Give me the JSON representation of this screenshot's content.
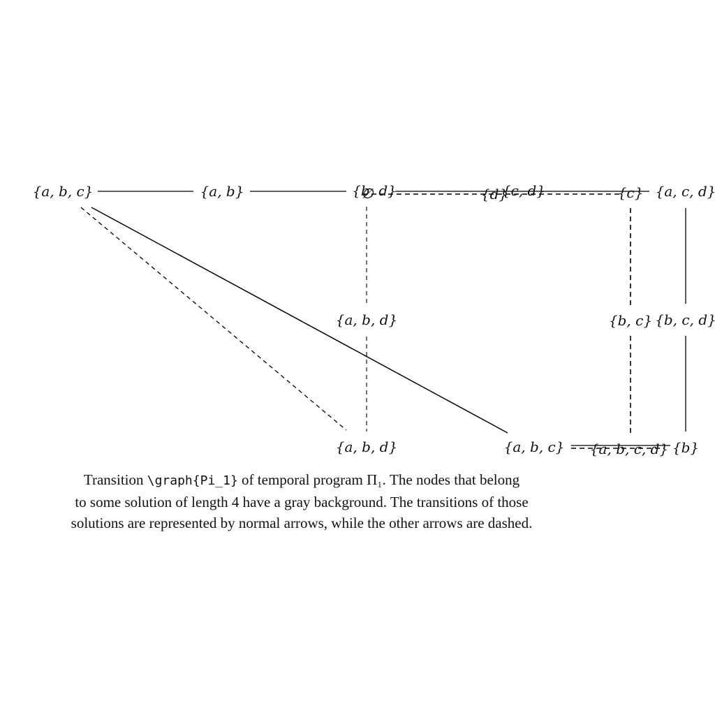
{
  "diagram": {
    "nodes": {
      "abc_top": "{a, b, c}",
      "ab": "{a, b}",
      "bd": "{b, d}",
      "empty": "∅",
      "d_top": "{d}",
      "cd": "{c, d}",
      "c": "{c}",
      "acd": "{a, c, d}",
      "abd_mid": "{a, b, d}",
      "bc": "{b, c}",
      "bcd": "{b, c, d}",
      "abd_bottom": "{a, b, d}",
      "abc_bottom": "{a, b, c}",
      "abcd": "{a, b, c, d}",
      "b": "{b}"
    },
    "edges": [
      {
        "from": "abc_top",
        "to": "ab",
        "style": "solid"
      },
      {
        "from": "ab",
        "to": "bd",
        "style": "solid"
      },
      {
        "from": "bd",
        "to": "acd",
        "style": "solid"
      },
      {
        "from": "acd",
        "to": "bcd",
        "style": "solid"
      },
      {
        "from": "bcd",
        "to": "b",
        "style": "solid"
      },
      {
        "from": "b",
        "to": "abcd",
        "style": "solid"
      },
      {
        "from": "abc_top",
        "to": "abc_bottom",
        "style": "solid"
      },
      {
        "from": "empty",
        "to": "c",
        "style": "dashed"
      },
      {
        "from": "c",
        "to": "bc",
        "style": "dashed"
      },
      {
        "from": "bc",
        "to": "abcd",
        "style": "dashed"
      },
      {
        "from": "abc_bottom",
        "to": "abcd",
        "style": "dashed"
      },
      {
        "from": "abc_top",
        "to": "abd_bottom",
        "style": "dashed"
      },
      {
        "from": "empty",
        "to": "abd_mid",
        "style": "dashed"
      },
      {
        "from": "abd_mid",
        "to": "abd_bottom",
        "style": "dashed"
      }
    ]
  },
  "caption": {
    "line1_pre": "Transition ",
    "line1_code": "\\graph{Pi_1}",
    "line1_post": " of temporal program Π₁. The nodes that belong",
    "line2": "to some solution of length 4 have a gray background. The transitions of those",
    "line3": "solutions are represented by normal arrows, while the other arrows are dashed."
  }
}
